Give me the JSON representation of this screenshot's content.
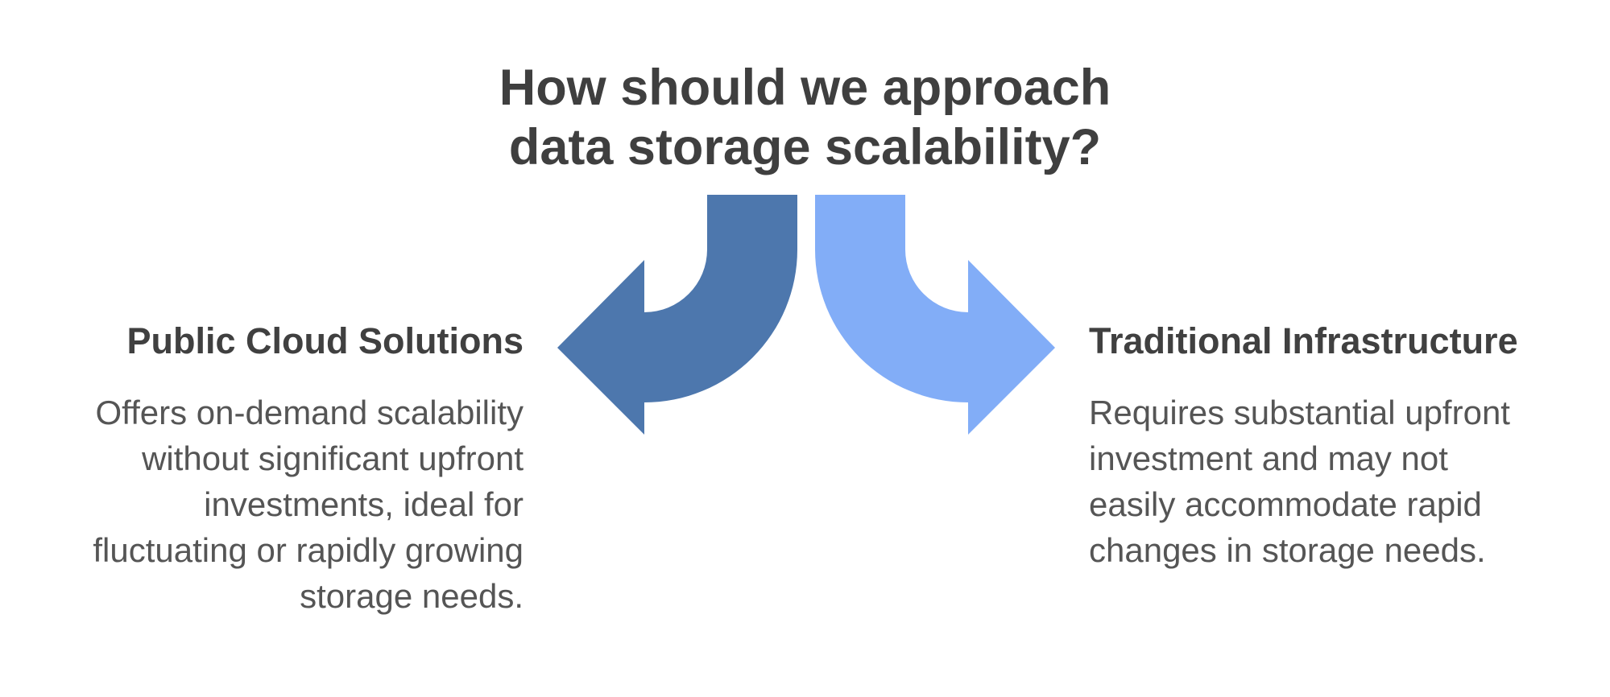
{
  "title": {
    "lines": [
      "How should we approach",
      "data storage scalability?"
    ]
  },
  "branches": {
    "left": {
      "heading": "Public Cloud Solutions",
      "description_lines": [
        "Offers on-demand scalability",
        "without significant upfront",
        "investments, ideal for",
        "fluctuating or rapidly growing",
        "storage needs."
      ]
    },
    "right": {
      "heading": "Traditional Infrastructure",
      "description_lines": [
        "Requires substantial upfront",
        "investment and may not",
        "easily accommodate rapid",
        "changes in storage needs."
      ]
    }
  },
  "icons": {
    "left_arrow": "curved-arrow-down-left",
    "right_arrow": "curved-arrow-down-right"
  },
  "colors": {
    "background": "#ffffff",
    "title_text": "#3f3f3f",
    "heading_text": "#404040",
    "body_text": "#555555",
    "left_arrow": "#4d77ad",
    "right_arrow": "#82adf7"
  }
}
